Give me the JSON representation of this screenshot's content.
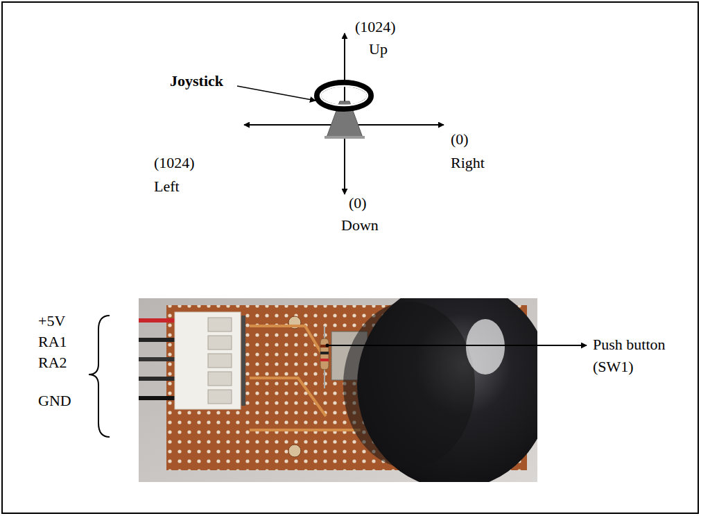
{
  "diagram": {
    "labels": [
      "(1024)",
      "Up",
      "Joystick",
      "(1024)",
      "Left",
      "(0)",
      "Right",
      "(0)",
      "Down",
      "+5V",
      "RA1",
      "RA2",
      "GND",
      "Push button",
      "(SW1)"
    ]
  }
}
